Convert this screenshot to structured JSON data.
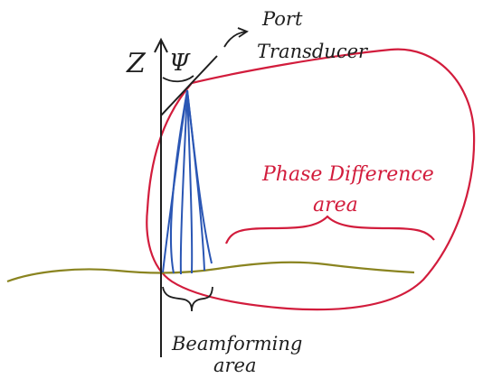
{
  "labels": {
    "z_axis": "Z",
    "angle": "Ψ",
    "port_line1": "Port",
    "port_line2": "Transducer",
    "phase_line1": "Phase Difference",
    "phase_line2": "area",
    "beam_line1": "Beamforming",
    "beam_line2": "area"
  },
  "colors": {
    "ink": "#1e1e1e",
    "phase_region": "#d21c3c",
    "beams": "#2a56b4",
    "seafloor": "#8a8420"
  }
}
